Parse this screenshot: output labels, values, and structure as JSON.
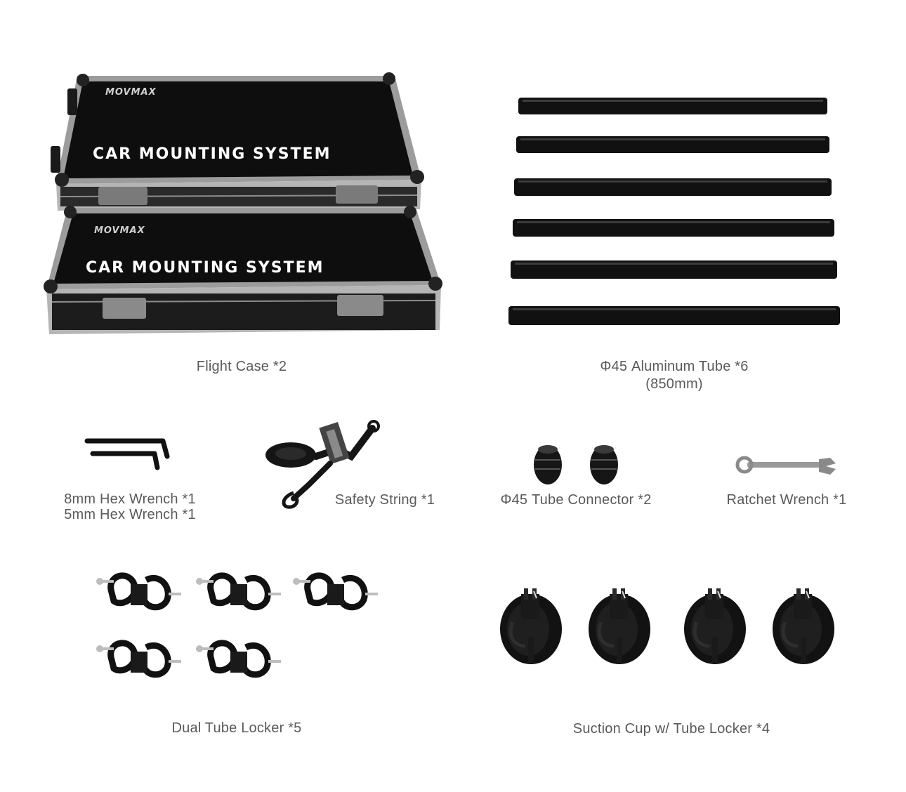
{
  "products": {
    "flight_case": {
      "caption": "Flight Case *2",
      "logo": "MOVMAX",
      "case_title": "CAR MOUNTING SYSTEM"
    },
    "aluminum_tube": {
      "caption_line1": "Φ45 Aluminum Tube *6",
      "caption_line2": "(850mm)"
    },
    "hex_wrench": {
      "caption_line1": "8mm Hex Wrench *1",
      "caption_line2": "5mm Hex Wrench *1"
    },
    "safety_string": {
      "caption": "Safety String *1"
    },
    "tube_connector": {
      "caption": "Φ45 Tube Connector *2"
    },
    "ratchet_wrench": {
      "caption": "Ratchet Wrench *1"
    },
    "dual_tube_locker": {
      "caption": "Dual Tube Locker *5"
    },
    "suction_cup": {
      "caption": "Suction Cup w/ Tube Locker *4"
    }
  },
  "colors": {
    "background": "#ffffff",
    "product_black": "#111111",
    "case_frame": "#a8a8a8",
    "caption_text": "#5a5a5a"
  }
}
